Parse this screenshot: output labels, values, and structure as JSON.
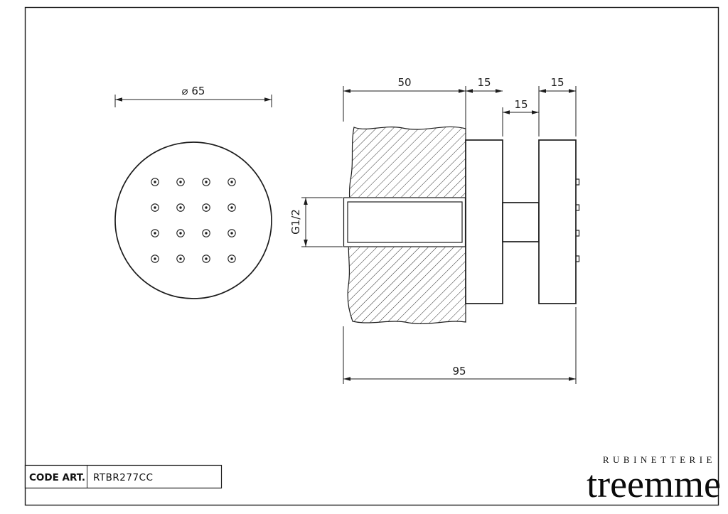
{
  "title_block": {
    "code_label": "CODE ART.",
    "code_value": "RTBR277CC"
  },
  "brand": {
    "tagline": "RUBINETTERIE",
    "name": "treemme"
  },
  "views": {
    "front": {
      "diameter_label": "⌀ 65",
      "nozzle_rows": 4,
      "nozzle_cols": 4
    },
    "side": {
      "labels": {
        "embed_depth": "50",
        "flange_thickness": "15",
        "stem_length": "15",
        "plate_thickness": "15",
        "overall_length": "95",
        "thread": "G1/2"
      }
    }
  }
}
